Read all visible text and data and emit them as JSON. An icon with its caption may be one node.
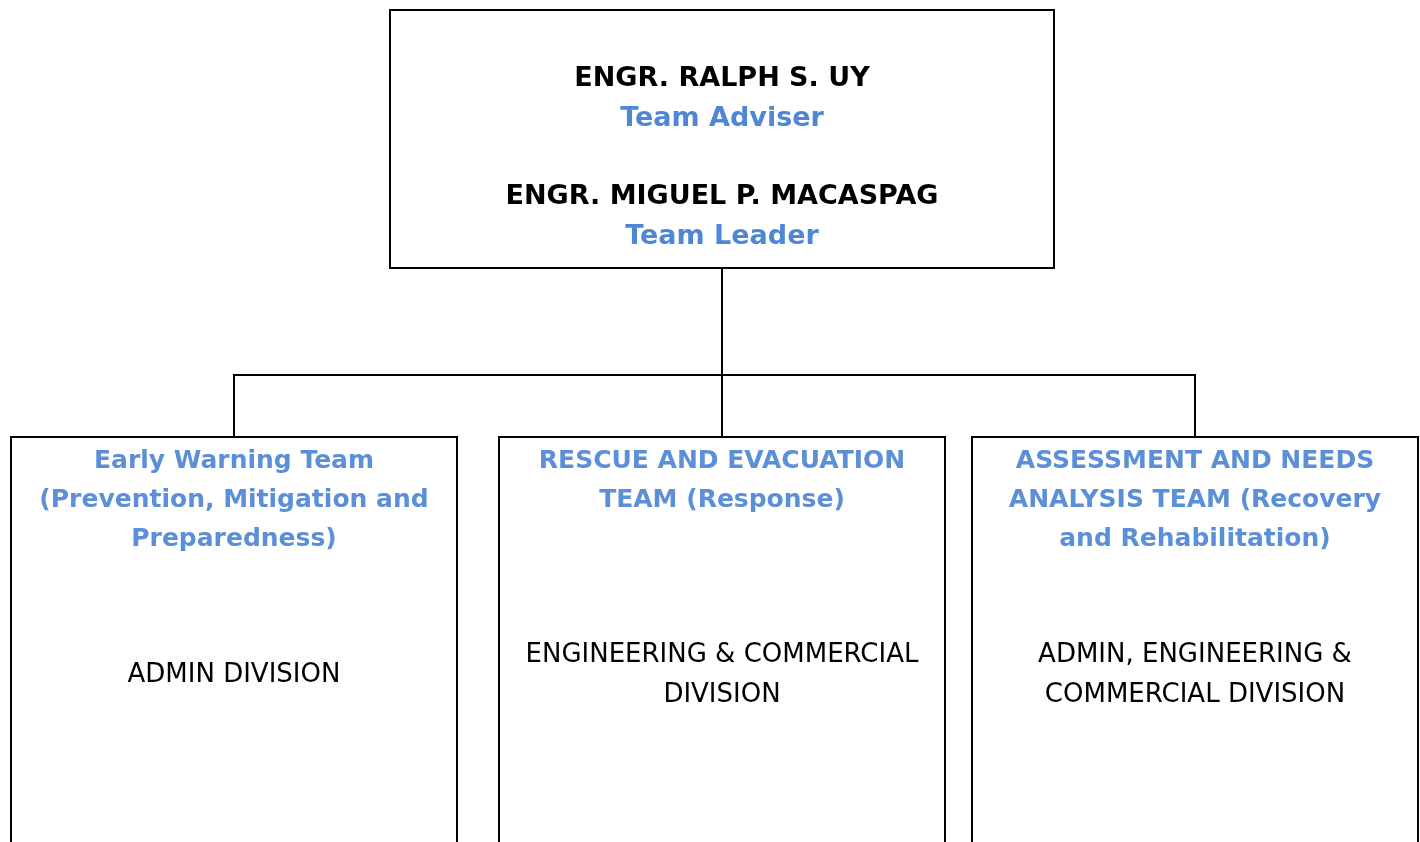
{
  "diagram": {
    "nodes": [
      {
        "text": [
          "ENGR. RALPH S. UY",
          "Team Adviser",
          "ENGR. MIGUEL P. MACASPAG",
          "Team Leader"
        ]
      },
      {
        "text": [
          "Early Warning Team (Prevention, Mitigation and Preparedness)",
          "ADMIN DIVISION"
        ]
      },
      {
        "text": [
          "RESCUE AND EVACUATION TEAM (Response)",
          "ENGINEERING & COMMERCIAL DIVISION"
        ]
      },
      {
        "text": [
          "ASSESSMENT AND NEEDS ANALYSIS TEAM (Recovery and Rehabilitation)",
          "ADMIN, ENGINEERING & COMMERCIAL DIVISION"
        ]
      }
    ],
    "edges": [
      {
        "from": 0,
        "to": 1,
        "arrow": "none"
      },
      {
        "from": 0,
        "to": 2,
        "arrow": "none"
      },
      {
        "from": 0,
        "to": 3,
        "arrow": "none"
      }
    ]
  }
}
